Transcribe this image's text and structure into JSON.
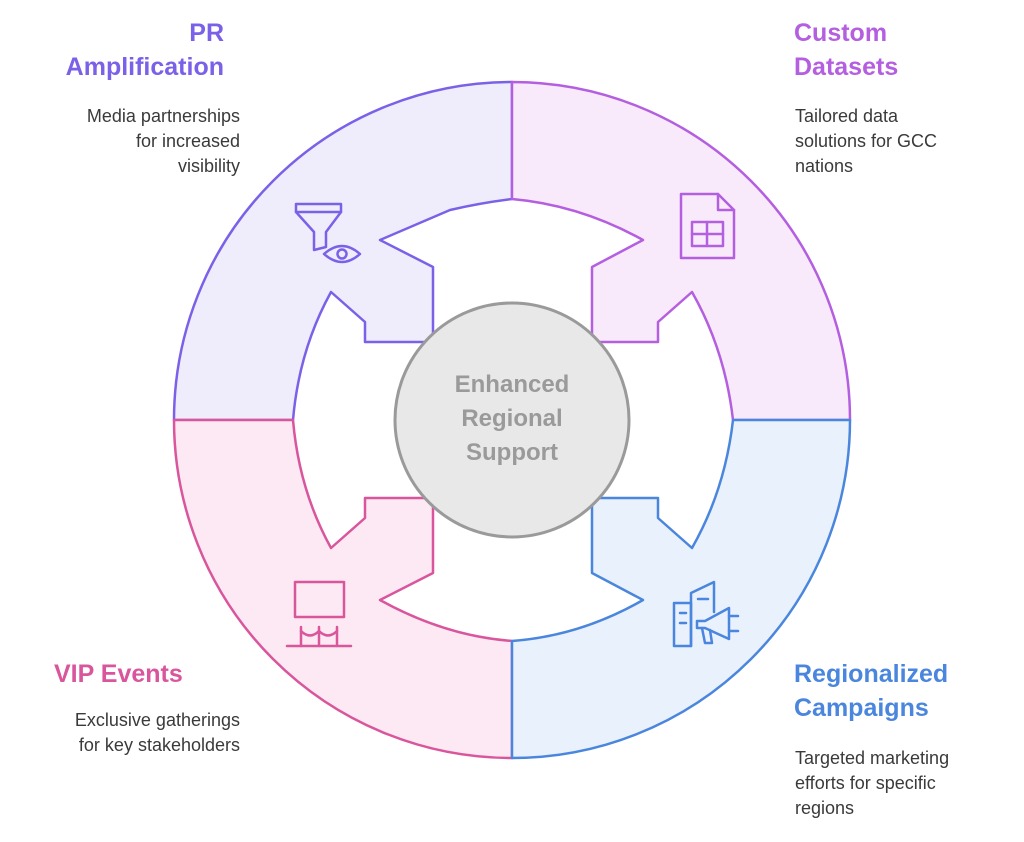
{
  "center": {
    "lines": [
      "Enhanced",
      "Regional",
      "Support"
    ]
  },
  "sections": {
    "pr": {
      "title_lines": [
        "PR",
        "Amplification"
      ],
      "desc_lines": [
        "Media partnerships",
        "for increased",
        "visibility"
      ],
      "color": "#7b61e8",
      "fill": "#efedfb",
      "icon": "funnel-eye-icon"
    },
    "custom": {
      "title_lines": [
        "Custom",
        "Datasets"
      ],
      "desc_lines": [
        "Tailored data",
        "solutions for GCC",
        "nations"
      ],
      "color": "#b45ee0",
      "fill": "#f8eafb",
      "icon": "spreadsheet-icon"
    },
    "vip": {
      "title_lines": [
        "VIP Events"
      ],
      "desc_lines": [
        "Exclusive gatherings",
        "for key stakeholders"
      ],
      "color": "#d9559c",
      "fill": "#fce9f3",
      "icon": "stage-rope-icon"
    },
    "regional": {
      "title_lines": [
        "Regionalized",
        "Campaigns"
      ],
      "desc_lines": [
        "Targeted marketing",
        "efforts for specific",
        "regions"
      ],
      "color": "#4a86dd",
      "fill": "#e9f1fc",
      "icon": "city-megaphone-icon"
    }
  },
  "center_style": {
    "fill": "#e8e8e8",
    "stroke": "#9a9a9a",
    "text_color": "#9a9a9a"
  }
}
